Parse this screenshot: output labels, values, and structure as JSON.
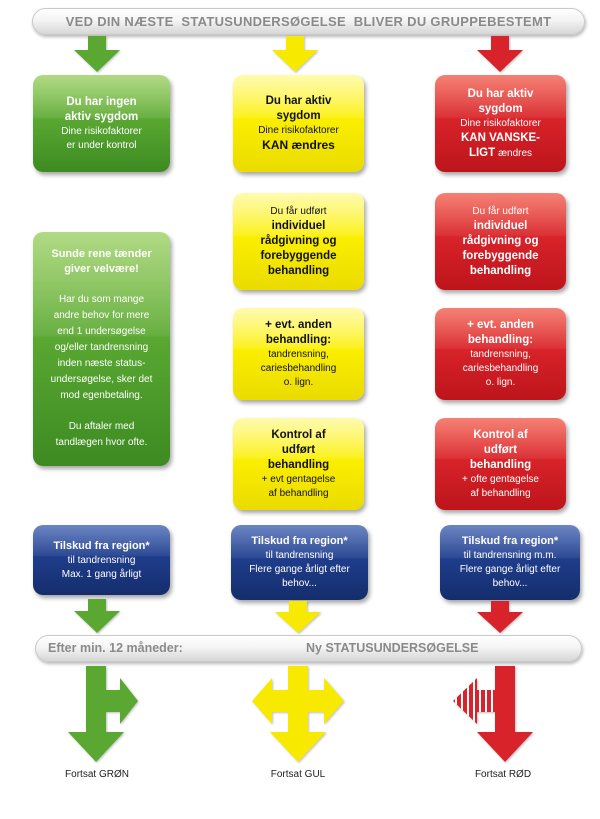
{
  "colors": {
    "green": "#5aa832",
    "yellow": "#f7ea00",
    "red": "#d8232a",
    "blue": "#1f3d8c",
    "banner_text": "#8a8a8a"
  },
  "top_banner": {
    "text": "VED DIN NÆSTE  STATUSUNDERSØGELSE  BLIVER DU GRUPPEBESTEMT"
  },
  "green": {
    "status": {
      "title": [
        "Du har ingen",
        "aktiv sygdom"
      ],
      "body": [
        "Dine risikofaktorer",
        "er under kontrol"
      ]
    },
    "info": {
      "title": [
        "Sunde rene tænder",
        "giver velvære!"
      ],
      "para1": [
        "Har du som mange",
        "andre behov for mere",
        "end 1 undersøgelse",
        "og/eller tandrensning",
        "inden næste status-",
        "undersøgelse, sker det",
        "mod egenbetaling."
      ],
      "para2": [
        "Du aftaler med",
        "tandlægen hvor ofte."
      ]
    },
    "subsidy": {
      "title": "Tilskud fra region*",
      "lines": [
        "til tandrensning",
        "Max. 1 gang årligt"
      ]
    },
    "outcome": "Fortsat GRØN"
  },
  "yellow": {
    "status": {
      "title": [
        "Du har aktiv",
        "sygdom"
      ],
      "body": "Dine risikofaktorer",
      "emphasis": "KAN ændres"
    },
    "advice": {
      "intro": "Du får udført",
      "title": [
        "individuel",
        "rådgivning og",
        "forebyggende",
        "behandling"
      ]
    },
    "treatment": {
      "title": [
        "+ evt. anden",
        "behandling:"
      ],
      "body": [
        "tandrensning,",
        "cariesbehandling",
        "o. lign."
      ]
    },
    "control": {
      "title": [
        "Kontrol af",
        "udført",
        "behandling"
      ],
      "body": [
        "+ evt gentagelse",
        "af behandling"
      ]
    },
    "subsidy": {
      "title": "Tilskud fra region*",
      "lines": [
        "til tandrensning",
        "Flere gange årligt efter",
        "behov..."
      ]
    },
    "outcome": "Fortsat GUL"
  },
  "red": {
    "status": {
      "title": [
        "Du har aktiv",
        "sygdom"
      ],
      "body": "Dine risikofaktorer",
      "emphasis": [
        "KAN VANSKE-",
        "LIGT"
      ],
      "tail": "ændres"
    },
    "advice": {
      "intro": "Du får udført",
      "title": [
        "individuel",
        "rådgivning og",
        "forebyggende",
        "behandling"
      ]
    },
    "treatment": {
      "title": [
        "+ evt. anden",
        "behandling:"
      ],
      "body": [
        "tandrensning,",
        "cariesbehandling",
        "o. lign."
      ]
    },
    "control": {
      "title": [
        "Kontrol af",
        "udført",
        "behandling"
      ],
      "body": [
        "+ ofte gentagelse",
        "af behandling"
      ]
    },
    "subsidy": {
      "title": "Tilskud fra region*",
      "lines": [
        "til tandrensning m.m.",
        "Flere gange årligt efter",
        "behov..."
      ]
    },
    "outcome": "Fortsat RØD"
  },
  "bottom_banner": {
    "left": "Efter min. 12 måneder:",
    "right": "Ny STATUSUNDERSØGELSE"
  }
}
